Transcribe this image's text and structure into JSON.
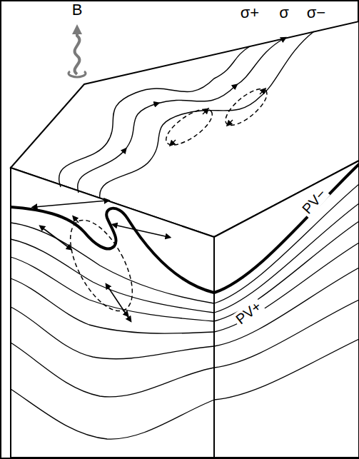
{
  "diagram": {
    "labels": [
      "B",
      "σ+",
      "σ",
      "σ−",
      "PV−",
      "PV+"
    ]
  }
}
